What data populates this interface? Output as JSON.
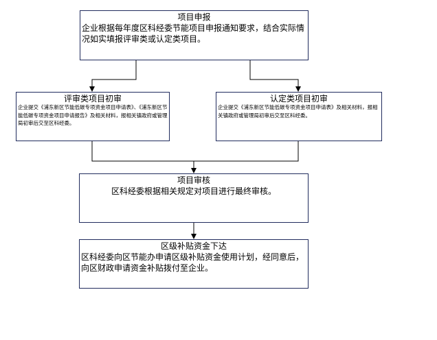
{
  "nodes": {
    "apply": {
      "title": "项目申报",
      "body": "企业根据每年度区科经委节能项目申报通知要求，结合实际情况如实填报评审类或认定类项目。"
    },
    "review": {
      "title": "评审类项目初审",
      "body": "企业提交《浦东新区节能低碳专项资金项目申请表》、《浦东新区节能低碳专项资金项目申请报告》及相关材料，报相关镇政府或管理局初审后交至区科经委。"
    },
    "certify": {
      "title": "认定类项目初审",
      "body": "企业提交《浦东新区节能低碳专项资金项目申请表》及相关材料，报相关镇政府或管理局初审后交至区科经委。"
    },
    "audit": {
      "title": "项目审核",
      "body": "区科经委根据相关规定对项目进行最终审核。"
    },
    "fund": {
      "title": "区级补贴资金下达",
      "body": "区科经委向区节能办申请区级补贴资金使用计划，经同意后，向区财政申请资金补贴拨付至企业。"
    }
  }
}
